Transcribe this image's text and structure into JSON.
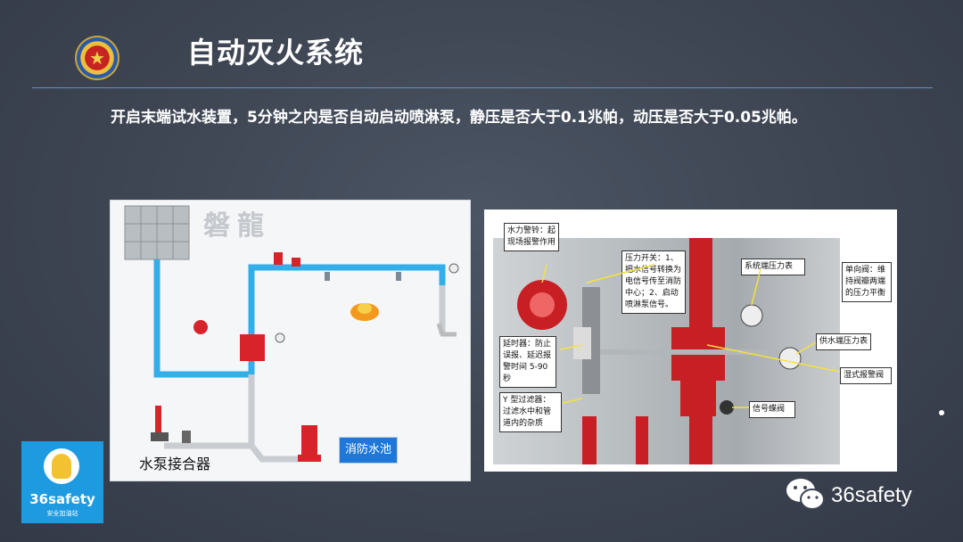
{
  "header": {
    "title": "自动灭火系统"
  },
  "body": {
    "description": "开启末端试水装置，5分钟之内是否自动启动喷淋泵，静压是否大于0.1兆帕，动压是否大于0.05兆帕。"
  },
  "left_figure": {
    "watermark": "磐龍",
    "pump_label": "水泵接合器",
    "pool_label": "消防水池"
  },
  "right_figure": {
    "annotations": [
      "水力警铃：起现场报警作用",
      "压力开关：1、把水信号转换为电信号传至消防中心；2、启动喷淋泵信号。",
      "系统端压力表",
      "单向阀：维持阀瓣两端的压力平衡",
      "延时器：防止误报、延迟报警时间 5-90 秒",
      "供水端压力表",
      "湿式报警阀",
      "Y 型过滤器：过滤水中和管道内的杂质",
      "信号蝶阀"
    ]
  },
  "branding": {
    "logo_brand": "36safety",
    "logo_sub": "安全加油站",
    "wechat_text": "36safety"
  },
  "colors": {
    "accent_line": "#6d8fb8",
    "pipe_blue": "#33aee8",
    "valve_red": "#d9232a",
    "logo_blue": "#1e9be0"
  }
}
